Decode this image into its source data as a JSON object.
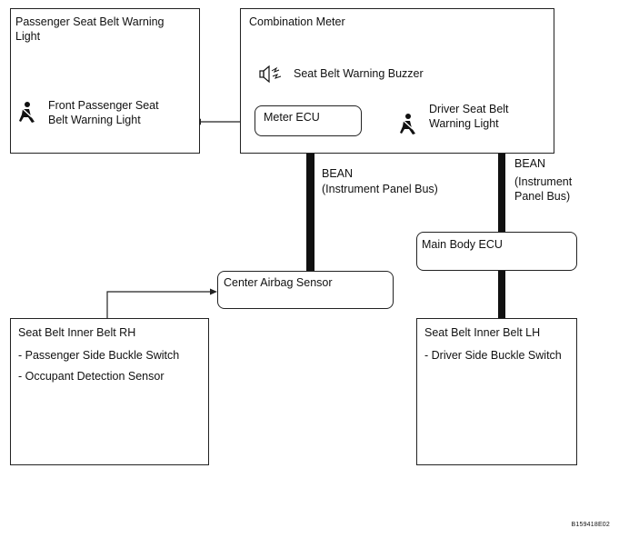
{
  "passenger_light_box": {
    "title_line1": "Passenger Seat Belt Warning",
    "title_line2": "Light",
    "item_line1": "Front Passenger Seat",
    "item_line2": "Belt Warning Light"
  },
  "combination_meter": {
    "title": "Combination Meter",
    "buzzer": "Seat Belt Warning Buzzer",
    "meter_ecu": "Meter ECU",
    "driver_light_line1": "Driver Seat Belt",
    "driver_light_line2": "Warning Light"
  },
  "bus_left": {
    "line1": "BEAN",
    "line2": "(Instrument Panel Bus)"
  },
  "bus_right": {
    "line1": "BEAN",
    "line2": "(Instrument",
    "line3": "Panel Bus)"
  },
  "main_body_ecu": "Main Body ECU",
  "center_airbag_sensor": "Center Airbag Sensor",
  "inner_belt_rh": {
    "title": "Seat Belt Inner Belt RH",
    "item1": "- Passenger Side Buckle Switch",
    "item2": "- Occupant Detection Sensor"
  },
  "inner_belt_lh": {
    "title": "Seat Belt Inner Belt LH",
    "item1": "- Driver Side Buckle Switch"
  },
  "figure_code": "B159418E02",
  "icons": {
    "seatbelt": "seatbelt-person-icon",
    "buzzer": "speaker-buzzer-icon"
  }
}
